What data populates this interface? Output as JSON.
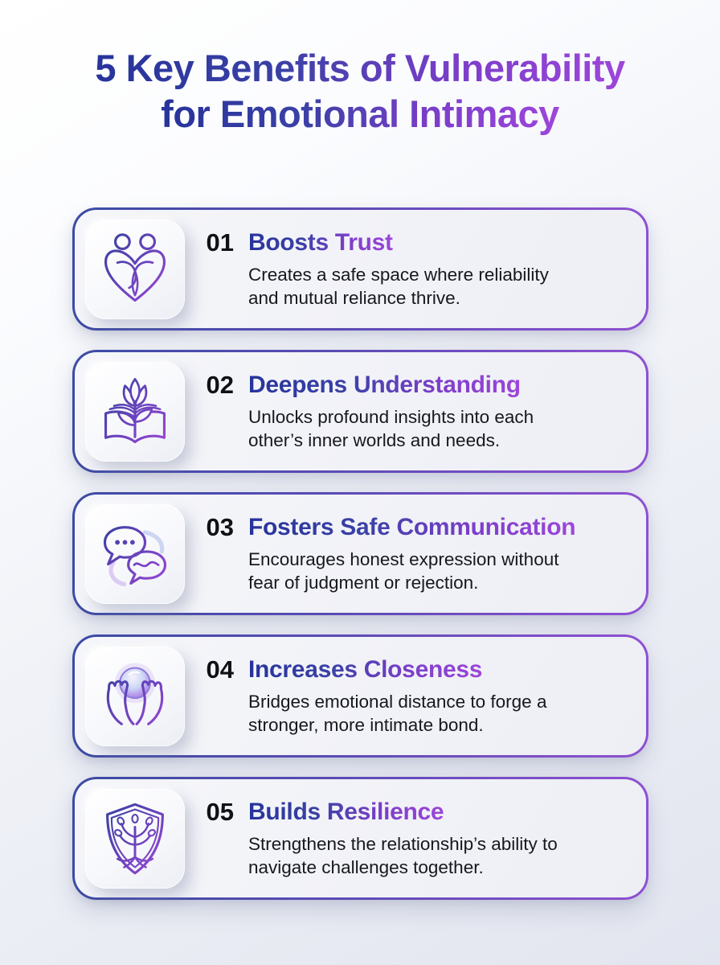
{
  "infographic": {
    "title_lines": [
      "5 Key Benefits of Vulnerability",
      "for Emotional Intimacy"
    ],
    "cards": [
      {
        "number": "01",
        "title": "Boosts Trust",
        "description_lines": [
          "Creates a safe space where reliability",
          "and mutual reliance thrive."
        ],
        "icon": "family-heart-icon"
      },
      {
        "number": "02",
        "title": "Deepens Understanding",
        "description_lines": [
          "Unlocks profound insights into each",
          "other’s inner worlds and needs."
        ],
        "icon": "book-flower-icon"
      },
      {
        "number": "03",
        "title": "Fosters Safe Communication",
        "description_lines": [
          "Encourages honest expression without",
          "fear of judgment or rejection."
        ],
        "icon": "chat-bubbles-icon"
      },
      {
        "number": "04",
        "title": "Increases Closeness",
        "description_lines": [
          "Bridges emotional distance to forge a",
          "stronger, more intimate bond."
        ],
        "icon": "hands-orb-icon"
      },
      {
        "number": "05",
        "title": "Builds Resilience",
        "description_lines": [
          "Strengthens the relationship’s ability to",
          "navigate challenges together."
        ],
        "icon": "shield-tree-icon"
      }
    ],
    "colors": {
      "title_gradient_start": "#27339b",
      "title_gradient_end": "#9d46da",
      "heading_blue": "#2c3b9f",
      "heading_purple": "#8f44d2",
      "card_border_blue": "#3c4ba3",
      "card_border_purple": "#8f50d2",
      "card_background": "#f2f3f8",
      "number_text": "#101114",
      "body_text": "#17181d",
      "page_background_top": "#ffffff",
      "page_background_bottom": "#e2e5ef"
    }
  }
}
